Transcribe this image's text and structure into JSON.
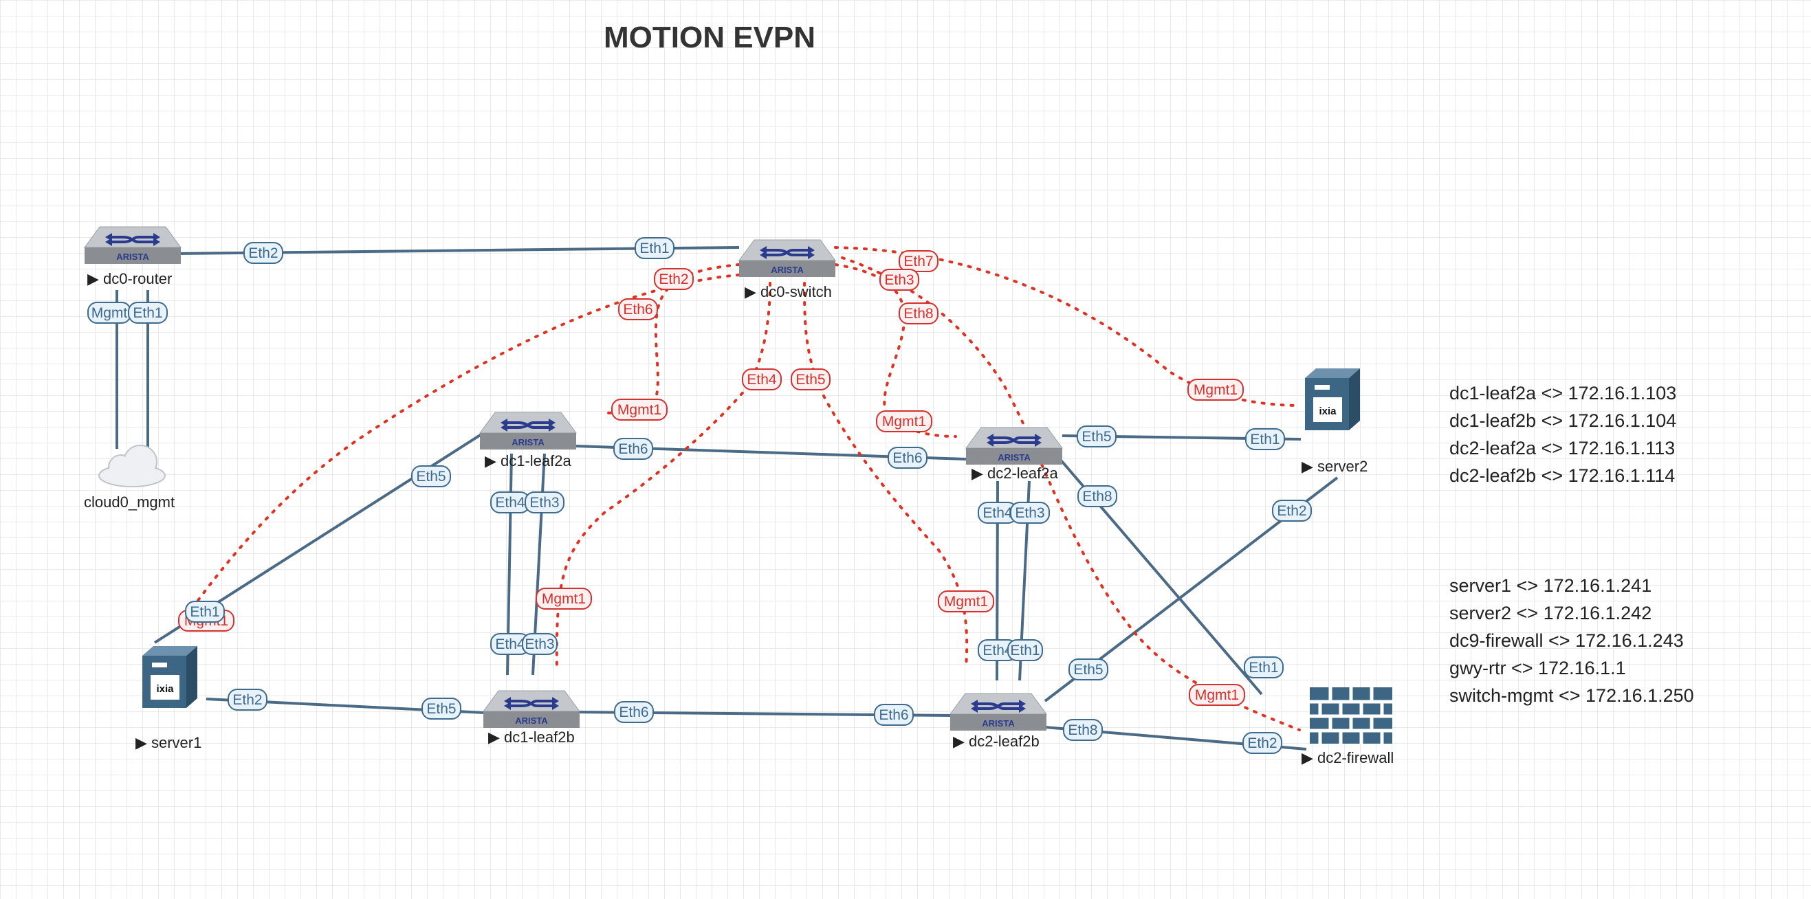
{
  "title": "MOTION EVPN",
  "colors": {
    "data_link": "#4a6a85",
    "mgmt_link": "#dd3322",
    "switch_top": "#c4c7cb",
    "switch_front": "#8a8d92",
    "arista_blue": "#2a3a8c",
    "ixia_server": "#3d6584",
    "firewall": "#3d6584"
  },
  "nodes": {
    "dc0_router": {
      "label": "dc0-router",
      "icon": "arista-switch-icon",
      "brand": "ARISTA"
    },
    "dc0_switch": {
      "label": "dc0-switch",
      "icon": "arista-switch-icon",
      "brand": "ARISTA"
    },
    "dc1_leaf2a": {
      "label": "dc1-leaf2a",
      "icon": "arista-switch-icon",
      "brand": "ARISTA"
    },
    "dc1_leaf2b": {
      "label": "dc1-leaf2b",
      "icon": "arista-switch-icon",
      "brand": "ARISTA"
    },
    "dc2_leaf2a": {
      "label": "dc2-leaf2a",
      "icon": "arista-switch-icon",
      "brand": "ARISTA"
    },
    "dc2_leaf2b": {
      "label": "dc2-leaf2b",
      "icon": "arista-switch-icon",
      "brand": "ARISTA"
    },
    "server1": {
      "label": "server1",
      "icon": "ixia-server-icon",
      "brand": "ixia"
    },
    "server2": {
      "label": "server2",
      "icon": "ixia-server-icon",
      "brand": "ixia"
    },
    "dc2_firewall": {
      "label": "dc2-firewall",
      "icon": "firewall-icon"
    },
    "cloud0_mgmt": {
      "label": "cloud0_mgmt",
      "icon": "cloud-icon"
    }
  },
  "port_labels": {
    "router_eth2": "Eth2",
    "switch_eth1": "Eth1",
    "router_mgmt": "Mgmt",
    "router_eth1": "Eth1",
    "switch_eth2": "Eth2",
    "switch_eth6": "Eth6",
    "switch_eth7": "Eth7",
    "switch_eth3": "Eth3",
    "switch_eth8": "Eth8",
    "switch_eth4": "Eth4",
    "switch_eth5": "Eth5",
    "leaf1a_mgmt1": "Mgmt1",
    "leaf1a_eth5": "Eth5",
    "leaf1a_eth6": "Eth6",
    "leaf1a_eth4": "Eth4",
    "leaf1a_eth3": "Eth3",
    "leaf2a_mgmt1": "Mgmt1",
    "leaf2a_eth6": "Eth6",
    "leaf2a_eth5": "Eth5",
    "leaf2a_eth8": "Eth8",
    "leaf2a_eth4": "Eth4",
    "leaf2a_eth3": "Eth3",
    "server2_mgmt1": "Mgmt1",
    "server2_eth1": "Eth1",
    "server2_eth2": "Eth2",
    "server1_mgmt1": "Mgmt1",
    "server1_eth1": "Eth1",
    "server1_eth2": "Eth2",
    "leaf1b_mgmt1": "Mgmt1",
    "leaf1b_eth4": "Eth4",
    "leaf1b_eth3": "Eth3",
    "leaf1b_eth5": "Eth5",
    "leaf1b_eth6": "Eth6",
    "leaf2b_mgmt1": "Mgmt1",
    "leaf2b_eth4": "Eth4",
    "leaf2b_eth1": "Eth1",
    "leaf2b_eth6": "Eth6",
    "leaf2b_eth5": "Eth5",
    "leaf2b_eth8": "Eth8",
    "fw_mgmt1": "Mgmt1",
    "fw_eth1": "Eth1",
    "fw_eth2": "Eth2"
  },
  "notes": {
    "switches": [
      "dc1-leaf2a <> 172.16.1.103",
      "dc1-leaf2b <> 172.16.1.104",
      "dc2-leaf2a <> 172.16.1.113",
      "dc2-leaf2b <> 172.16.1.114"
    ],
    "hosts": [
      "server1 <> 172.16.1.241",
      "server2 <> 172.16.1.242",
      "dc9-firewall <> 172.16.1.243",
      "gwy-rtr <> 172.16.1.1",
      "switch-mgmt <> 172.16.1.250"
    ]
  }
}
